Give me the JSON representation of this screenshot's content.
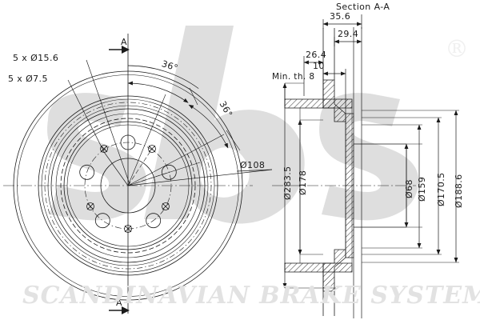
{
  "document": {
    "type": "engineering-drawing",
    "subject": "brake-disc",
    "brand_watermark": "SCANDINAVIAN BRAKE SYSTEMS",
    "logo_mark": "sbs",
    "registered_symbol": "®"
  },
  "section_view": {
    "title": "Section A-A",
    "section_letter_top": "A",
    "section_letter_bottom": "A",
    "linear_dimensions": [
      {
        "id": "overall-width",
        "value": "35.6"
      },
      {
        "id": "hat-width",
        "value": "29.4"
      },
      {
        "id": "offset",
        "value": "26.4"
      },
      {
        "id": "disc-thickness",
        "value": "10"
      },
      {
        "id": "min-thickness",
        "value": "Min. th. 8"
      }
    ],
    "diameter_dimensions": [
      {
        "id": "outer-diameter",
        "value": "Ø283.5"
      },
      {
        "id": "friction-inner-diameter",
        "value": "Ø178"
      },
      {
        "id": "center-bore",
        "value": "Ø68"
      },
      {
        "id": "hub-diameter-159",
        "value": "Ø159"
      },
      {
        "id": "hub-diameter-170",
        "value": "Ø170.5"
      },
      {
        "id": "hub-diameter-188",
        "value": "Ø188.6"
      }
    ]
  },
  "front_view": {
    "hole_callouts": [
      {
        "id": "bolt-holes",
        "value": "5 x Ø15.6"
      },
      {
        "id": "small-holes",
        "value": "5 x Ø7.5"
      }
    ],
    "bolt_circle": "Ø108",
    "angles": [
      {
        "id": "angle-upper",
        "value": "36°"
      },
      {
        "id": "angle-lower",
        "value": "36°"
      }
    ],
    "section_letter_top": "A",
    "section_letter_bottom": "A"
  },
  "colors": {
    "line": "#1a1a1a",
    "watermark": "#e2e2e2",
    "logo_gray": "#dedede",
    "background": "#ffffff"
  }
}
